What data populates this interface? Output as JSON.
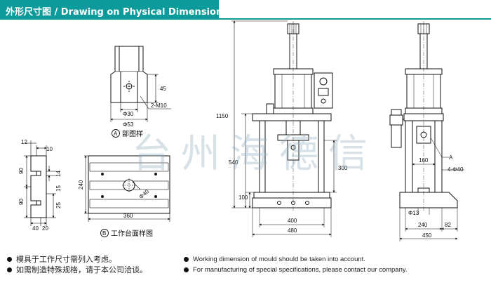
{
  "header": {
    "title": "外形尺寸图 / Drawing on Physical Dimensions："
  },
  "watermark": "台州海德信",
  "fig_a": {
    "marker": "A",
    "caption": "部图样",
    "dim_45": "45",
    "dim_phi30": "Φ30",
    "dim_phi53": "Φ53",
    "dim_thread": "2-M10"
  },
  "fig_b": {
    "marker": "B",
    "caption": "工作台面样图",
    "dim_240": "240",
    "dim_360": "360",
    "dim_hole": "Φ40"
  },
  "slot_detail": {
    "d12": "12",
    "d10": "10",
    "d90a": "90",
    "d14": "14",
    "d90b": "90",
    "d15": "15",
    "d25": "25",
    "d40": "40",
    "d20": "20"
  },
  "front_view": {
    "h1150": "1150",
    "h540": "540",
    "h300": "300",
    "h100": "100",
    "w400": "400",
    "w480": "480"
  },
  "side_view": {
    "mark_a": "A",
    "d160": "160",
    "holes": "4-Φ40",
    "d13": "Φ13",
    "w240": "240",
    "w82": "82",
    "w450": "450"
  },
  "notes_cn": [
    "模具于工作尺寸需列入考虑。",
    "如需制造特殊规格，请于本公司洽谈。"
  ],
  "notes_en": [
    "Working dimension of mould should be taken into account.",
    "For manufacturing of special specifications, please contact our company."
  ]
}
